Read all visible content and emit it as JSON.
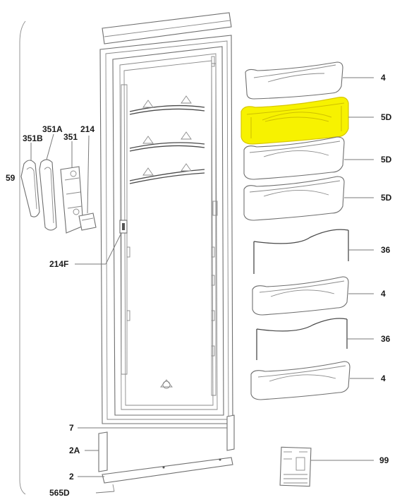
{
  "callouts": {
    "p4_top": "4",
    "p5d_1": "5D",
    "p5d_2": "5D",
    "p5d_3": "5D",
    "p36_1": "36",
    "p4_mid": "4",
    "p36_2": "36",
    "p4_bottom": "4",
    "p99": "99",
    "p59": "59",
    "p351b": "351B",
    "p351a": "351A",
    "p351": "351",
    "p214": "214",
    "p214f": "214F",
    "p7": "7",
    "p2a": "2A",
    "p2": "2",
    "p565d": "565D"
  },
  "highlight_color": "#f7f200",
  "highlighted_part": "5D"
}
